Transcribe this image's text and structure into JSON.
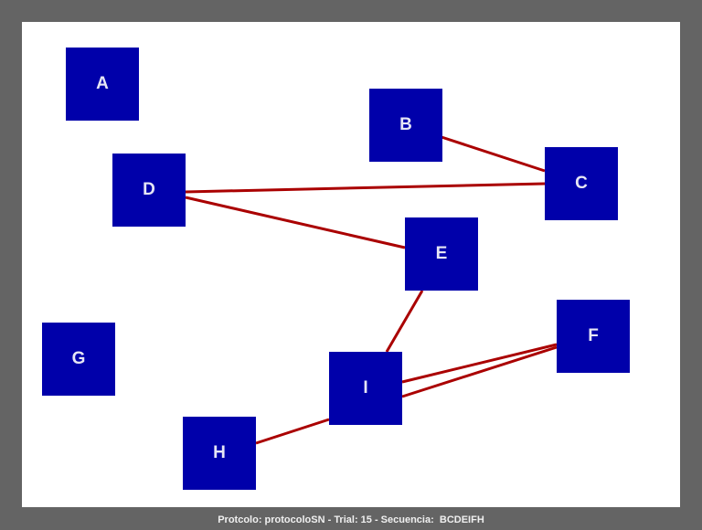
{
  "colors": {
    "frame": "#646464",
    "canvas": "#ffffff",
    "node_fill": "#0000aa",
    "node_text": "#e6e6f5",
    "edge": "#aa0000"
  },
  "nodes": [
    {
      "id": "A",
      "label": "A"
    },
    {
      "id": "B",
      "label": "B"
    },
    {
      "id": "C",
      "label": "C"
    },
    {
      "id": "D",
      "label": "D"
    },
    {
      "id": "E",
      "label": "E"
    },
    {
      "id": "F",
      "label": "F"
    },
    {
      "id": "G",
      "label": "G"
    },
    {
      "id": "H",
      "label": "H"
    },
    {
      "id": "I",
      "label": "I"
    }
  ],
  "edges": [
    {
      "from": "B",
      "to": "C"
    },
    {
      "from": "D",
      "to": "C"
    },
    {
      "from": "D",
      "to": "E"
    },
    {
      "from": "E",
      "to": "I"
    },
    {
      "from": "I",
      "to": "F"
    },
    {
      "from": "I",
      "to": "F"
    },
    {
      "from": "H",
      "to": "I"
    }
  ],
  "footer": {
    "text": "Protcolo: protocoloSN - Trial: 15 - Secuencia:  BCDEIFH"
  }
}
